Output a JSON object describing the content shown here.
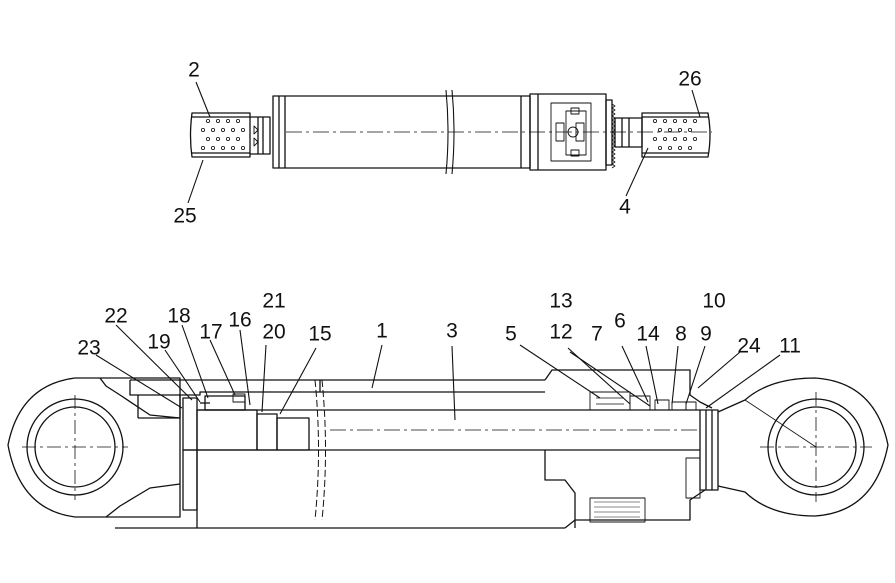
{
  "colors": {
    "ink": "#111111",
    "background": "#ffffff"
  },
  "callouts": {
    "c2": "2",
    "c25": "25",
    "c26": "26",
    "c4": "4",
    "c1": "1",
    "c3": "3",
    "c5": "5",
    "c6": "6",
    "c7": "7",
    "c8": "8",
    "c9": "9",
    "c10": "10",
    "c11": "11",
    "c12": "12",
    "c13": "13",
    "c14": "14",
    "c15": "15",
    "c16": "16",
    "c17": "17",
    "c18": "18",
    "c19": "19",
    "c20": "20",
    "c21": "21",
    "c22": "22",
    "c23": "23",
    "c24": "24"
  }
}
